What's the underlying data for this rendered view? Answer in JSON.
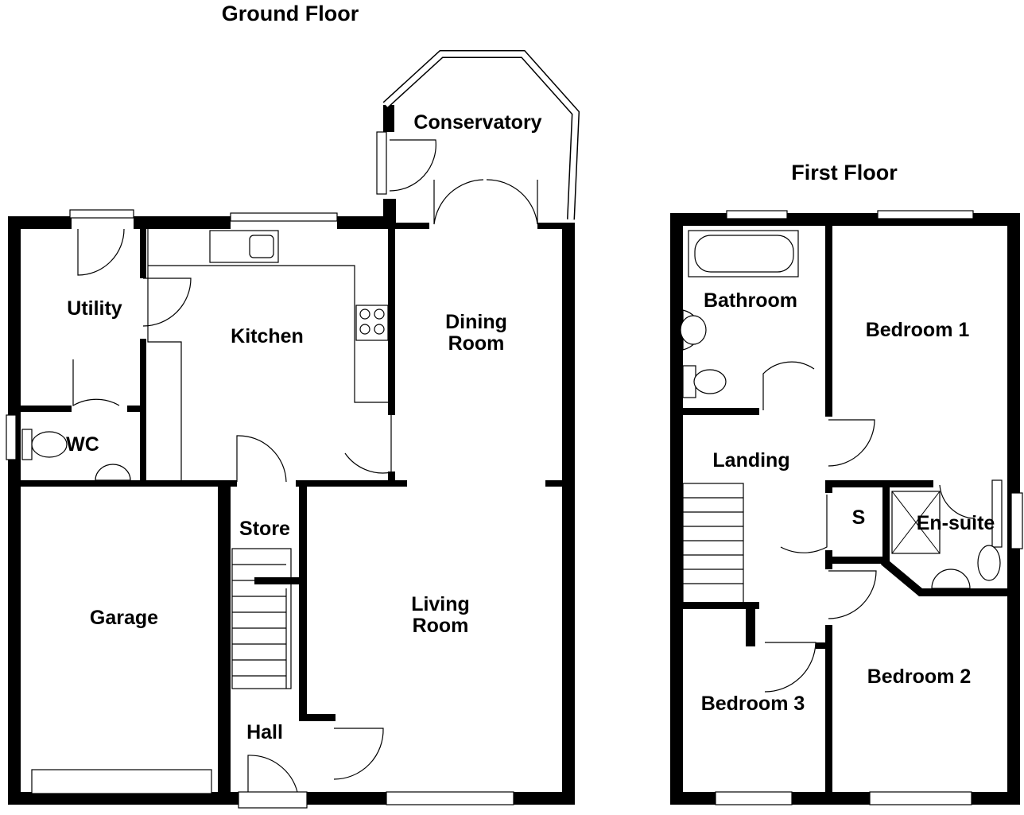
{
  "floors": {
    "ground": {
      "title": "Ground Floor",
      "rooms": {
        "conservatory": "Conservatory",
        "utility": "Utility",
        "kitchen": "Kitchen",
        "dining_line1": "Dining",
        "dining_line2": "Room",
        "wc": "WC",
        "store": "Store",
        "garage": "Garage",
        "living_line1": "Living",
        "living_line2": "Room",
        "hall": "Hall"
      }
    },
    "first": {
      "title": "First Floor",
      "rooms": {
        "bathroom": "Bathroom",
        "bedroom1": "Bedroom 1",
        "landing": "Landing",
        "store_s": "S",
        "ensuite": "En-suite",
        "bedroom2": "Bedroom 2",
        "bedroom3": "Bedroom 3"
      }
    }
  },
  "colors": {
    "wall": "#000000",
    "background": "#ffffff"
  }
}
